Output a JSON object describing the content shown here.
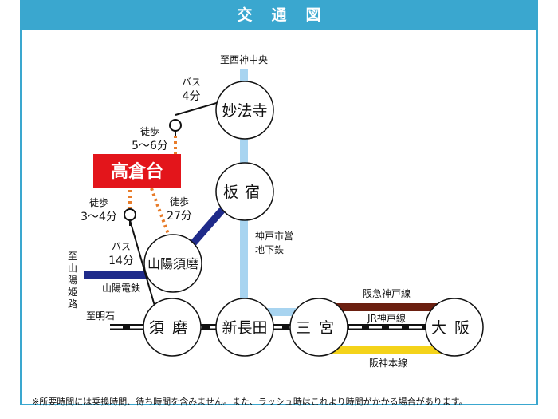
{
  "header": {
    "title": "交通図"
  },
  "colors": {
    "header_blue": "#3aa7cf",
    "subway_lightblue": "#a8d4f0",
    "sanyo_navy": "#1f2b8a",
    "hankyu_brown": "#6b1f10",
    "hanshin_yellow": "#f4d31a",
    "walk_orange": "#e87c2a",
    "highlight_red": "#e3151b"
  },
  "directions": {
    "nishikoshinchuo": "至西神中央",
    "akashi": "至明石",
    "sanyo_himeji": [
      "至",
      "山",
      "陽",
      "姫",
      "路"
    ]
  },
  "stations": {
    "myohoji": "妙法寺",
    "itayado": "板宿",
    "sanyo_suma": "山陽須磨",
    "suma": "須磨",
    "shin_nagata": "新長田",
    "sannomiya": "三宮",
    "osaka": "大阪"
  },
  "highlight": {
    "label": "高倉台"
  },
  "routes": {
    "bus_myohoji": [
      "バス",
      "4分"
    ],
    "walk_top": [
      "徒歩",
      "5〜6分"
    ],
    "walk_left": [
      "徒歩",
      "3〜4分"
    ],
    "walk_right": [
      "徒歩",
      "27分"
    ],
    "bus_suma": [
      "バス",
      "14分"
    ]
  },
  "lines": {
    "subway": [
      "神戸市営",
      "地下鉄"
    ],
    "sanyo": "山陽電鉄",
    "hankyu": "阪急神戸線",
    "jr": "JR神戸線",
    "hanshin": "阪神本線"
  },
  "footnote": "※所要時間には乗換時間、待ち時間を含みません。また、ラッシュ時はこれより時間がかかる場合があります。"
}
